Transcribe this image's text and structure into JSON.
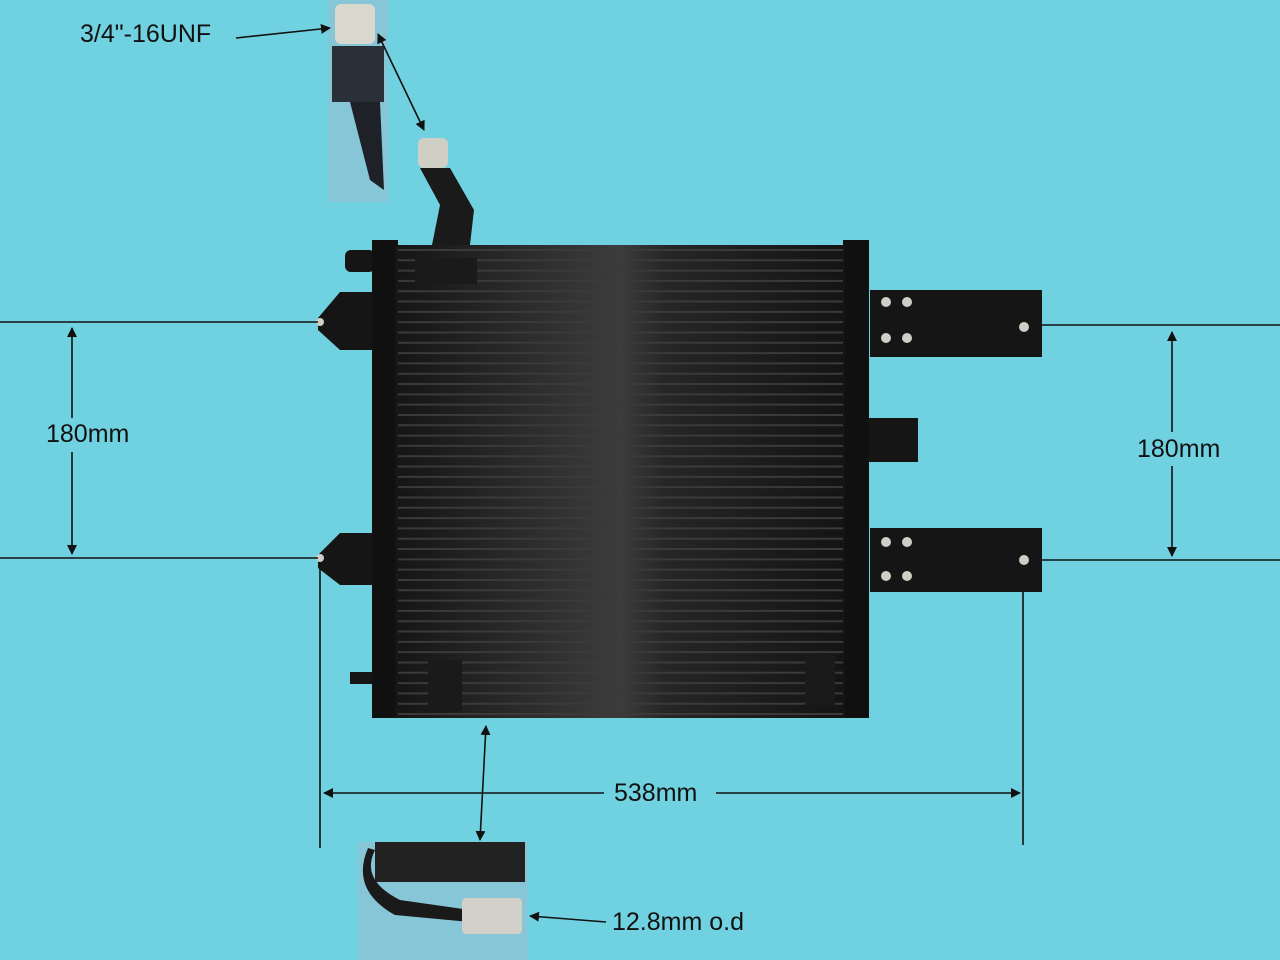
{
  "labels": {
    "fitting_thread": "3/4\"-16UNF",
    "height_left": "180mm",
    "height_right": "180mm",
    "width": "538mm",
    "pipe_od": "12.8mm o.d"
  },
  "colors": {
    "background": "#70d2e0",
    "condenser": "#1c1c1c",
    "fin": "#3a3a3a",
    "line": "#111111"
  },
  "condenser": {
    "tube_count": 46
  }
}
